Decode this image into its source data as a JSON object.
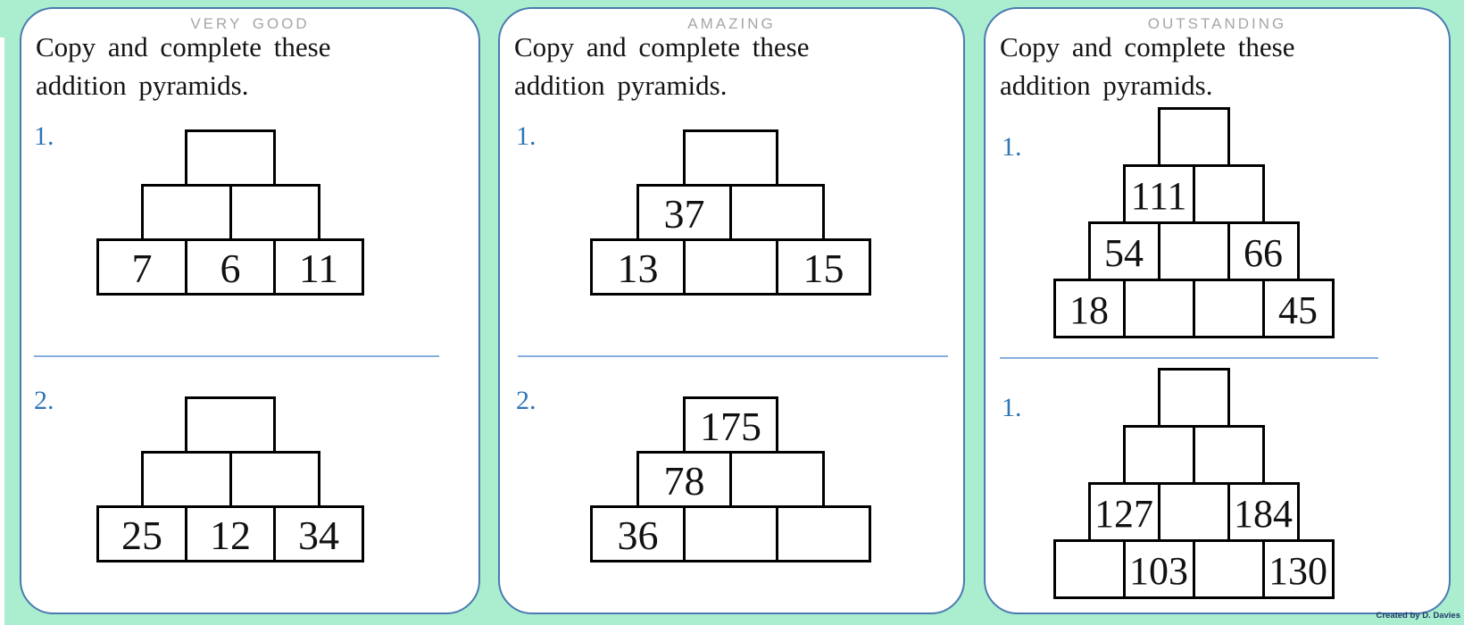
{
  "credit": "Created by D. Davies",
  "colors": {
    "background_mint": "#aaeecf",
    "panel_border_blue": "#4a7ab0",
    "exercise_label_blue": "#2e75b6",
    "divider_blue": "#85aede",
    "header_gray": "#a6a6a6",
    "box_border_black": "#000000",
    "credit_navy": "#1f3864"
  },
  "panels": [
    {
      "header": "VERY GOOD",
      "instruction": "Copy and complete these addition pyramids.",
      "exercises": [
        {
          "label": "1.",
          "pyramid_rows": [
            [
              ""
            ],
            [
              "",
              ""
            ],
            [
              "7",
              "6",
              "11"
            ]
          ]
        },
        {
          "label": "2.",
          "pyramid_rows": [
            [
              ""
            ],
            [
              "",
              ""
            ],
            [
              "25",
              "12",
              "34"
            ]
          ]
        }
      ]
    },
    {
      "header": "AMAZING",
      "instruction": "Copy and complete these addition pyramids.",
      "exercises": [
        {
          "label": "1.",
          "pyramid_rows": [
            [
              ""
            ],
            [
              "37",
              ""
            ],
            [
              "13",
              "",
              "15"
            ]
          ]
        },
        {
          "label": "2.",
          "pyramid_rows": [
            [
              "175"
            ],
            [
              "78",
              ""
            ],
            [
              "36",
              "",
              ""
            ]
          ]
        }
      ]
    },
    {
      "header": "OUTSTANDING",
      "instruction": "Copy and complete these addition pyramids.",
      "exercises": [
        {
          "label": "1.",
          "pyramid_rows": [
            [
              ""
            ],
            [
              "111",
              ""
            ],
            [
              "54",
              "",
              "66"
            ],
            [
              "18",
              "",
              "",
              "45"
            ]
          ]
        },
        {
          "label": "1.",
          "pyramid_rows": [
            [
              ""
            ],
            [
              "",
              ""
            ],
            [
              "127",
              "",
              "184"
            ],
            [
              "",
              "103",
              "",
              "130"
            ]
          ]
        }
      ]
    }
  ]
}
